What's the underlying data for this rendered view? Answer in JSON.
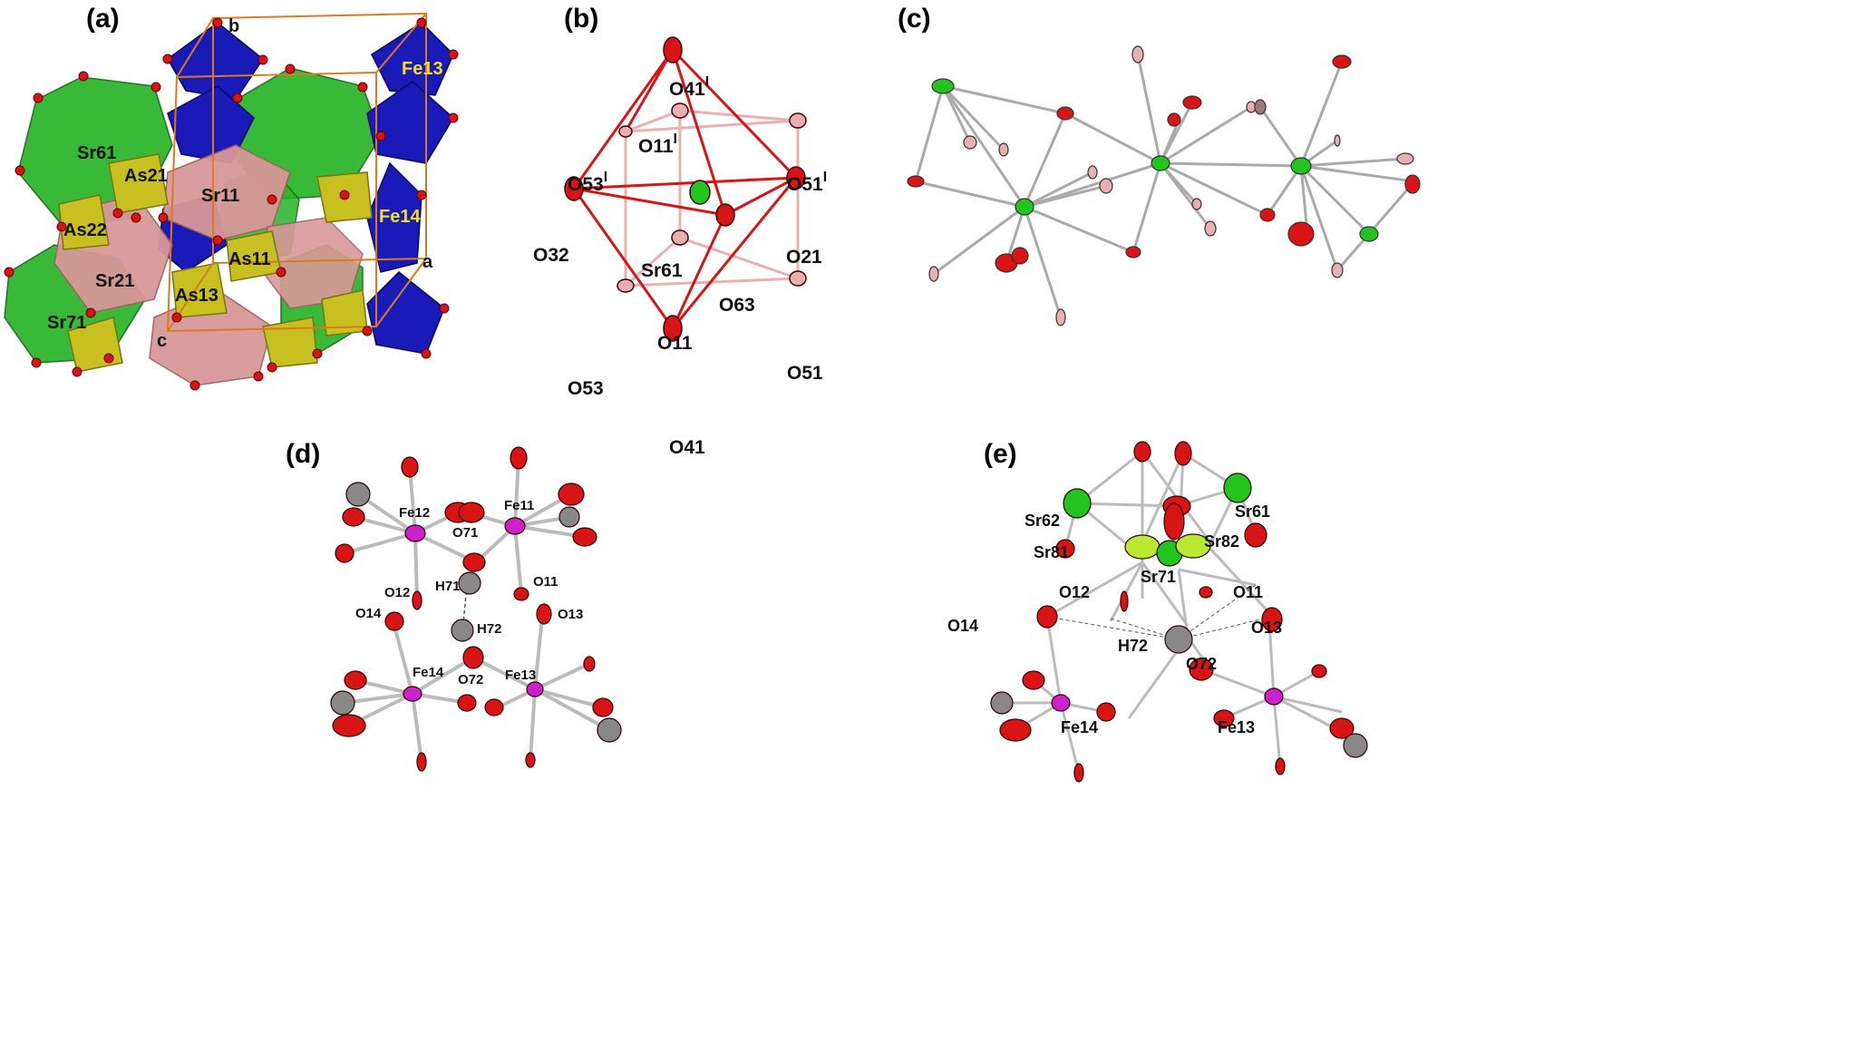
{
  "panels": {
    "a": {
      "label": "(a)",
      "atoms": [
        "Sr61",
        "Sr11",
        "As21",
        "As22",
        "Sr21",
        "As11",
        "As13",
        "Sr71",
        "Fe13",
        "Fe14"
      ],
      "axes": [
        "b",
        "a",
        "c"
      ]
    },
    "b": {
      "label": "(b)",
      "atoms": [
        "O41",
        "O11",
        "O53",
        "O51",
        "O32",
        "Sr61",
        "O21",
        "O63",
        "O11",
        "O53",
        "O51",
        "O41"
      ],
      "superscript": "I"
    },
    "c": {
      "label": "(c)"
    },
    "d": {
      "label": "(d)",
      "atoms": [
        "Fe12",
        "Fe11",
        "O71",
        "H71",
        "O11",
        "O12",
        "O14",
        "H72",
        "O13",
        "Fe14",
        "O72",
        "Fe13"
      ]
    },
    "e": {
      "label": "(e)",
      "atoms": [
        "Sr62",
        "Sr61",
        "Sr81",
        "Sr82",
        "Sr71",
        "O12",
        "O11",
        "O14",
        "O13",
        "H72",
        "O72",
        "Fe14",
        "Fe13"
      ]
    }
  },
  "colors": {
    "strontium": "#22c41e",
    "oxygen": "#d81414",
    "oxygen_light": "#e8b0b0",
    "iron": "#cc22cc",
    "hydrogen_carbon": "#888888",
    "fe_polyhedra": "#1a1ab8",
    "as_polyhedra": "#c8c020",
    "sr_polyhedra": "#28b428",
    "sr11_polyhedra": "#d89898",
    "cell_edges": "#d87a20"
  }
}
